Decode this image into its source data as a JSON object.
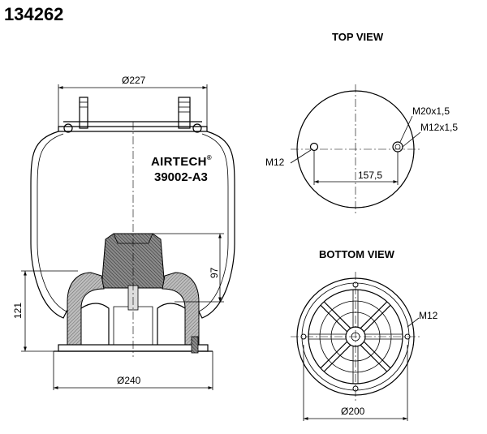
{
  "part_number": "134262",
  "brand": "AIRTECH",
  "brand_mark": "®",
  "model": "39002-A3",
  "top_view": {
    "title": "TOP VIEW",
    "labels": {
      "stud_large": "M20x1,5",
      "stud_small": "M12x1,5",
      "bolt": "M12",
      "spacing": "157,5"
    }
  },
  "bottom_view": {
    "title": "BOTTOM VIEW",
    "labels": {
      "bolt": "M12",
      "diameter": "Ø200"
    }
  },
  "side_view": {
    "dimensions": {
      "top_diameter": "Ø227",
      "bottom_diameter": "Ø240",
      "height": "121",
      "piston_height": "97"
    }
  }
}
